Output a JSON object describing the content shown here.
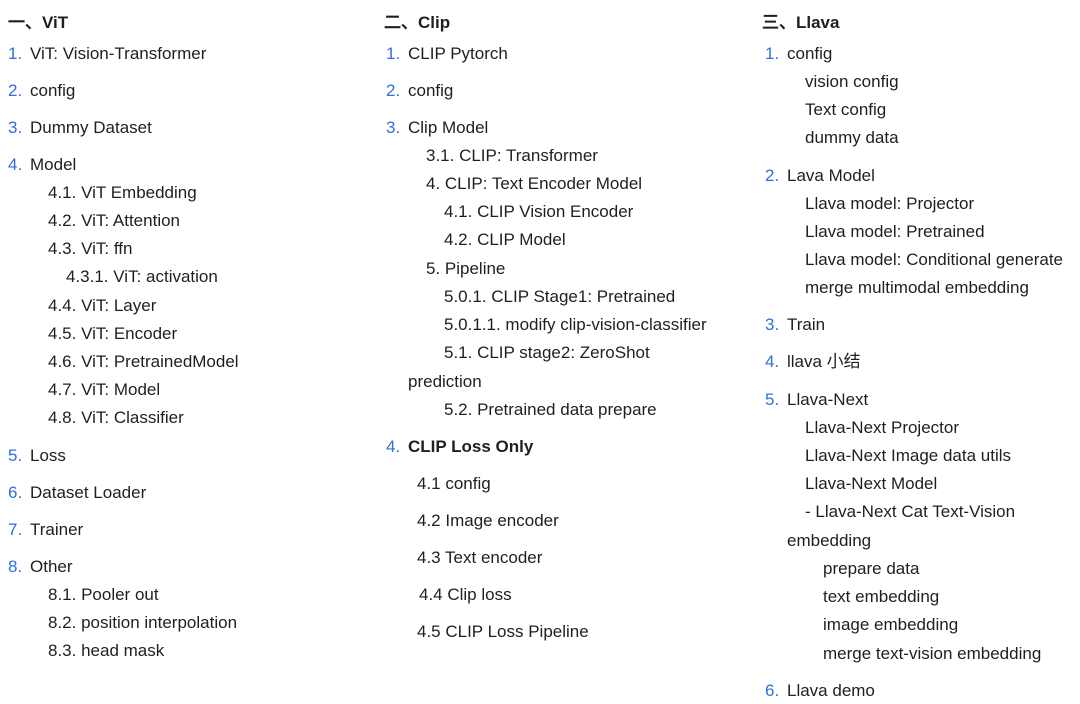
{
  "columns": [
    {
      "title": "一、ViT",
      "lines": [
        {
          "num": "1.",
          "text": "ViT: Vision-Transformer"
        },
        {
          "num": "2.",
          "text": "config"
        },
        {
          "num": "3.",
          "text": "Dummy Dataset"
        },
        {
          "num": "4.",
          "text": "Model"
        },
        {
          "text": "4.1. ViT Embedding"
        },
        {
          "text": "4.2. ViT: Attention"
        },
        {
          "text": "4.3. ViT: ffn"
        },
        {
          "text": "4.3.1. ViT: activation"
        },
        {
          "text": "4.4. ViT: Layer"
        },
        {
          "text": "4.5. ViT: Encoder"
        },
        {
          "text": "4.6. ViT: PretrainedModel"
        },
        {
          "text": "4.7. ViT: Model"
        },
        {
          "text": "4.8. ViT: Classifier"
        },
        {
          "num": "5.",
          "text": "Loss"
        },
        {
          "num": "6.",
          "text": "Dataset Loader"
        },
        {
          "num": "7.",
          "text": "Trainer"
        },
        {
          "num": "8.",
          "text": "Other"
        },
        {
          "text": "8.1. Pooler out"
        },
        {
          "text": "8.2. position interpolation"
        },
        {
          "text": "8.3. head mask"
        }
      ]
    },
    {
      "title": "二、Clip",
      "lines": [
        {
          "num": "1.",
          "text": "CLIP Pytorch"
        },
        {
          "num": "2.",
          "text": "config"
        },
        {
          "num": "3.",
          "text": "Clip Model"
        },
        {
          "text": "3.1. CLIP: Transformer"
        },
        {
          "text": "4. CLIP: Text Encoder Model"
        },
        {
          "text": "4.1. CLIP Vision Encoder"
        },
        {
          "text": "4.2. CLIP Model"
        },
        {
          "text": "5. Pipeline"
        },
        {
          "text": "5.0.1. CLIP Stage1: Pretrained"
        },
        {
          "text": "5.0.1.1. modify clip-vision-classifier"
        },
        {
          "text": "5.1. CLIP stage2: ZeroShot"
        },
        {
          "text": "prediction"
        },
        {
          "text": "5.2. Pretrained data prepare"
        },
        {
          "num": "4.",
          "text": "CLIP Loss Only",
          "bold": true
        },
        {
          "text": "4.1 config"
        },
        {
          "text": "4.2 Image encoder"
        },
        {
          "text": "4.3 Text encoder"
        },
        {
          "text": "4.4 Clip loss"
        },
        {
          "text": "4.5 CLIP Loss Pipeline"
        }
      ]
    },
    {
      "title": "三、Llava",
      "lines": [
        {
          "num": "1.",
          "text": "config"
        },
        {
          "text": "vision config"
        },
        {
          "text": "Text config"
        },
        {
          "text": "dummy data"
        },
        {
          "num": "2.",
          "text": "Lava Model"
        },
        {
          "text": "Llava model: Projector"
        },
        {
          "text": "Llava model: Pretrained"
        },
        {
          "text": "Llava model: Conditional generate"
        },
        {
          "text": "merge multimodal embedding"
        },
        {
          "num": "3.",
          "text": "Train"
        },
        {
          "num": "4.",
          "text": "llava 小结"
        },
        {
          "num": "5.",
          "text": "Llava-Next"
        },
        {
          "text": "Llava-Next Projector"
        },
        {
          "text": "Llava-Next Image data utils"
        },
        {
          "text": "Llava-Next Model"
        },
        {
          "text": "- Llava-Next Cat Text-Vision"
        },
        {
          "text": "embedding"
        },
        {
          "text": "prepare data"
        },
        {
          "text": "text embedding"
        },
        {
          "text": "image embedding"
        },
        {
          "text": "merge text-vision embedding"
        },
        {
          "num": "6.",
          "text": "Llava demo"
        }
      ]
    }
  ]
}
